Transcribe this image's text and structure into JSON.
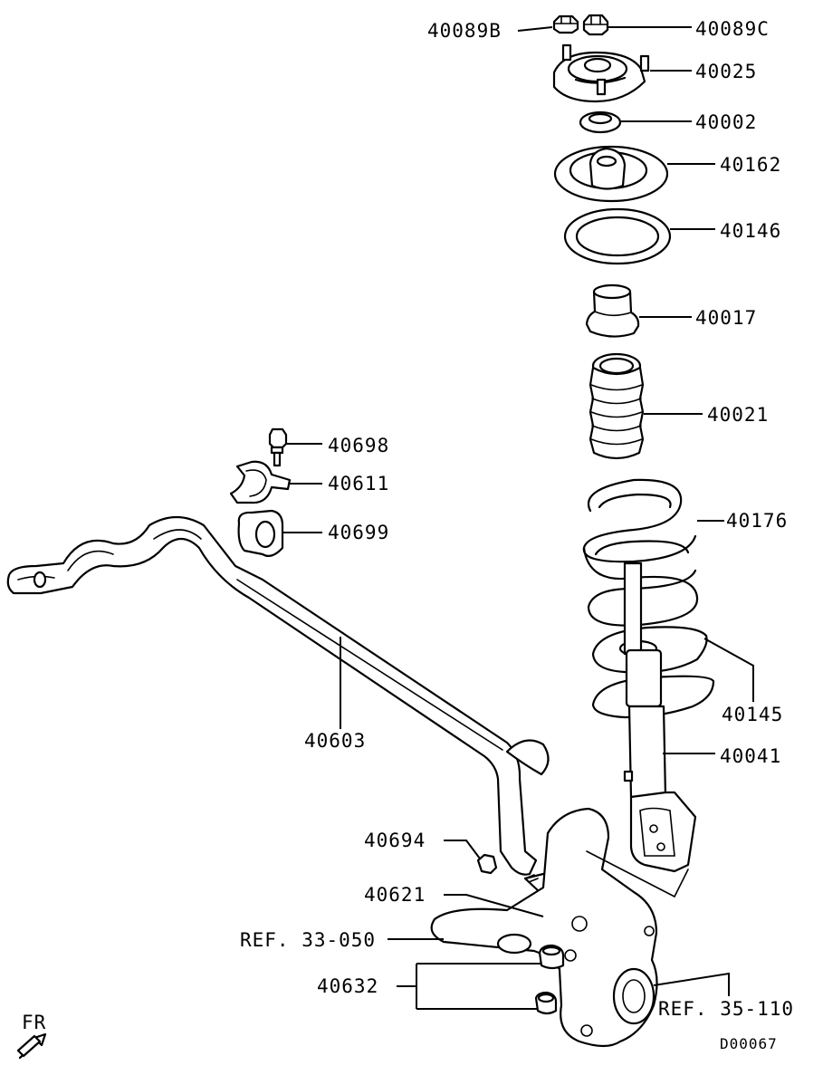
{
  "labels": {
    "p40089b": "40089B",
    "p40089c": "40089C",
    "p40025": "40025",
    "p40002": "40002",
    "p40162": "40162",
    "p40146": "40146",
    "p40017": "40017",
    "p40021": "40021",
    "p40176": "40176",
    "p40145": "40145",
    "p40041": "40041",
    "p40698": "40698",
    "p40611": "40611",
    "p40699": "40699",
    "p40603": "40603",
    "p40694": "40694",
    "p40621": "40621",
    "p40632": "40632",
    "ref33": "REF. 33-050",
    "ref35": "REF. 35-110",
    "fr": "FR",
    "code": "D00067"
  }
}
